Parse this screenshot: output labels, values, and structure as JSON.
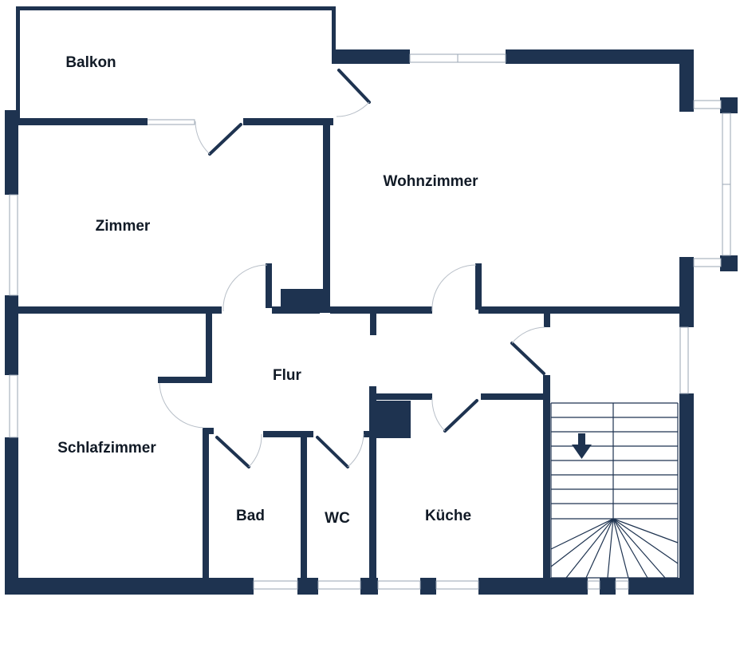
{
  "plan": {
    "colors": {
      "wall": "#1e3350",
      "window": "#9aa6b3",
      "label": "#111a26"
    },
    "rooms": [
      {
        "id": "balkon",
        "label": "Balkon"
      },
      {
        "id": "zimmer",
        "label": "Zimmer"
      },
      {
        "id": "wohnzimmer",
        "label": "Wohnzimmer"
      },
      {
        "id": "flur",
        "label": "Flur"
      },
      {
        "id": "schlafzimmer",
        "label": "Schlafzimmer"
      },
      {
        "id": "bad",
        "label": "Bad"
      },
      {
        "id": "wc",
        "label": "WC"
      },
      {
        "id": "kueche",
        "label": "Küche"
      }
    ],
    "stairs": {
      "direction": "down",
      "icon": "arrow-down-icon"
    }
  }
}
